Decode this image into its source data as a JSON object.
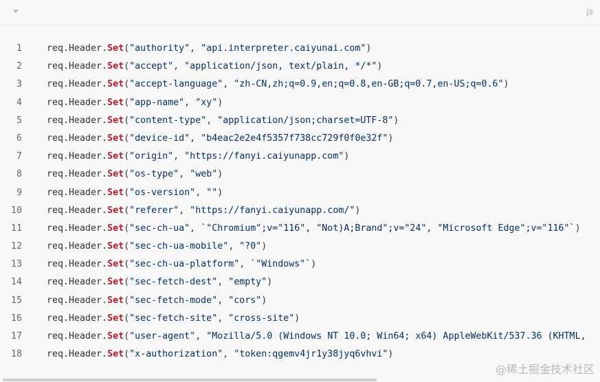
{
  "header": {
    "language": "js"
  },
  "code": {
    "lines": [
      {
        "num": "1",
        "obj": "req.Header.",
        "fn": "Set",
        "args": [
          [
            "\"authority\"",
            ", "
          ],
          [
            "\"api.interpreter.caiyunai.com\"",
            ")"
          ]
        ]
      },
      {
        "num": "2",
        "obj": "req.Header.",
        "fn": "Set",
        "args": [
          [
            "\"accept\"",
            ", "
          ],
          [
            "\"application/json, text/plain, */*\"",
            ")"
          ]
        ]
      },
      {
        "num": "3",
        "obj": "req.Header.",
        "fn": "Set",
        "args": [
          [
            "\"accept-language\"",
            ", "
          ],
          [
            "\"zh-CN,zh;q=0.9,en;q=0.8,en-GB;q=0.7,en-US;q=0.6\"",
            ")"
          ]
        ]
      },
      {
        "num": "4",
        "obj": "req.Header.",
        "fn": "Set",
        "args": [
          [
            "\"app-name\"",
            ", "
          ],
          [
            "\"xy\"",
            ")"
          ]
        ]
      },
      {
        "num": "5",
        "obj": "req.Header.",
        "fn": "Set",
        "args": [
          [
            "\"content-type\"",
            ", "
          ],
          [
            "\"application/json;charset=UTF-8\"",
            ")"
          ]
        ]
      },
      {
        "num": "6",
        "obj": "req.Header.",
        "fn": "Set",
        "args": [
          [
            "\"device-id\"",
            ", "
          ],
          [
            "\"b4eac2e2e4f5357f738cc729f0f0e32f\"",
            ")"
          ]
        ]
      },
      {
        "num": "7",
        "obj": "req.Header.",
        "fn": "Set",
        "args": [
          [
            "\"origin\"",
            ", "
          ],
          [
            "\"https://fanyi.caiyunapp.com\"",
            ")"
          ]
        ]
      },
      {
        "num": "8",
        "obj": "req.Header.",
        "fn": "Set",
        "args": [
          [
            "\"os-type\"",
            ", "
          ],
          [
            "\"web\"",
            ")"
          ]
        ]
      },
      {
        "num": "9",
        "obj": "req.Header.",
        "fn": "Set",
        "args": [
          [
            "\"os-version\"",
            ", "
          ],
          [
            "\"\"",
            ")"
          ]
        ]
      },
      {
        "num": "10",
        "obj": "req.Header.",
        "fn": "Set",
        "args": [
          [
            "\"referer\"",
            ", "
          ],
          [
            "\"https://fanyi.caiyunapp.com/\"",
            ")"
          ]
        ]
      },
      {
        "num": "11",
        "obj": "req.Header.",
        "fn": "Set",
        "args": [
          [
            "\"sec-ch-ua\"",
            ", "
          ],
          [
            "`\"Chromium\";v=\"116\", \"Not)A;Brand\";v=\"24\", \"Microsoft Edge\";v=\"116\"`",
            ")"
          ]
        ]
      },
      {
        "num": "12",
        "obj": "req.Header.",
        "fn": "Set",
        "args": [
          [
            "\"sec-ch-ua-mobile\"",
            ", "
          ],
          [
            "\"?0\"",
            ")"
          ]
        ]
      },
      {
        "num": "13",
        "obj": "req.Header.",
        "fn": "Set",
        "args": [
          [
            "\"sec-ch-ua-platform\"",
            ", "
          ],
          [
            "`\"Windows\"`",
            ")"
          ]
        ]
      },
      {
        "num": "14",
        "obj": "req.Header.",
        "fn": "Set",
        "args": [
          [
            "\"sec-fetch-dest\"",
            ", "
          ],
          [
            "\"empty\"",
            ")"
          ]
        ]
      },
      {
        "num": "15",
        "obj": "req.Header.",
        "fn": "Set",
        "args": [
          [
            "\"sec-fetch-mode\"",
            ", "
          ],
          [
            "\"cors\"",
            ")"
          ]
        ]
      },
      {
        "num": "16",
        "obj": "req.Header.",
        "fn": "Set",
        "args": [
          [
            "\"sec-fetch-site\"",
            ", "
          ],
          [
            "\"cross-site\"",
            ")"
          ]
        ]
      },
      {
        "num": "17",
        "obj": "req.Header.",
        "fn": "Set",
        "args": [
          [
            "\"user-agent\"",
            ", "
          ],
          [
            "\"Mozilla/5.0 (Windows NT 10.0; Win64; x64) AppleWebKit/537.36 (KHTML,",
            ""
          ]
        ]
      },
      {
        "num": "18",
        "obj": "req.Header.",
        "fn": "Set",
        "args": [
          [
            "\"x-authorization\"",
            ", "
          ],
          [
            "\"token:qgemv4jr1y38jyq6vhvi\"",
            ")"
          ]
        ]
      }
    ]
  },
  "watermark": "@稀土掘金技术社区",
  "icons": {
    "collapse": "chevron-down-icon"
  }
}
